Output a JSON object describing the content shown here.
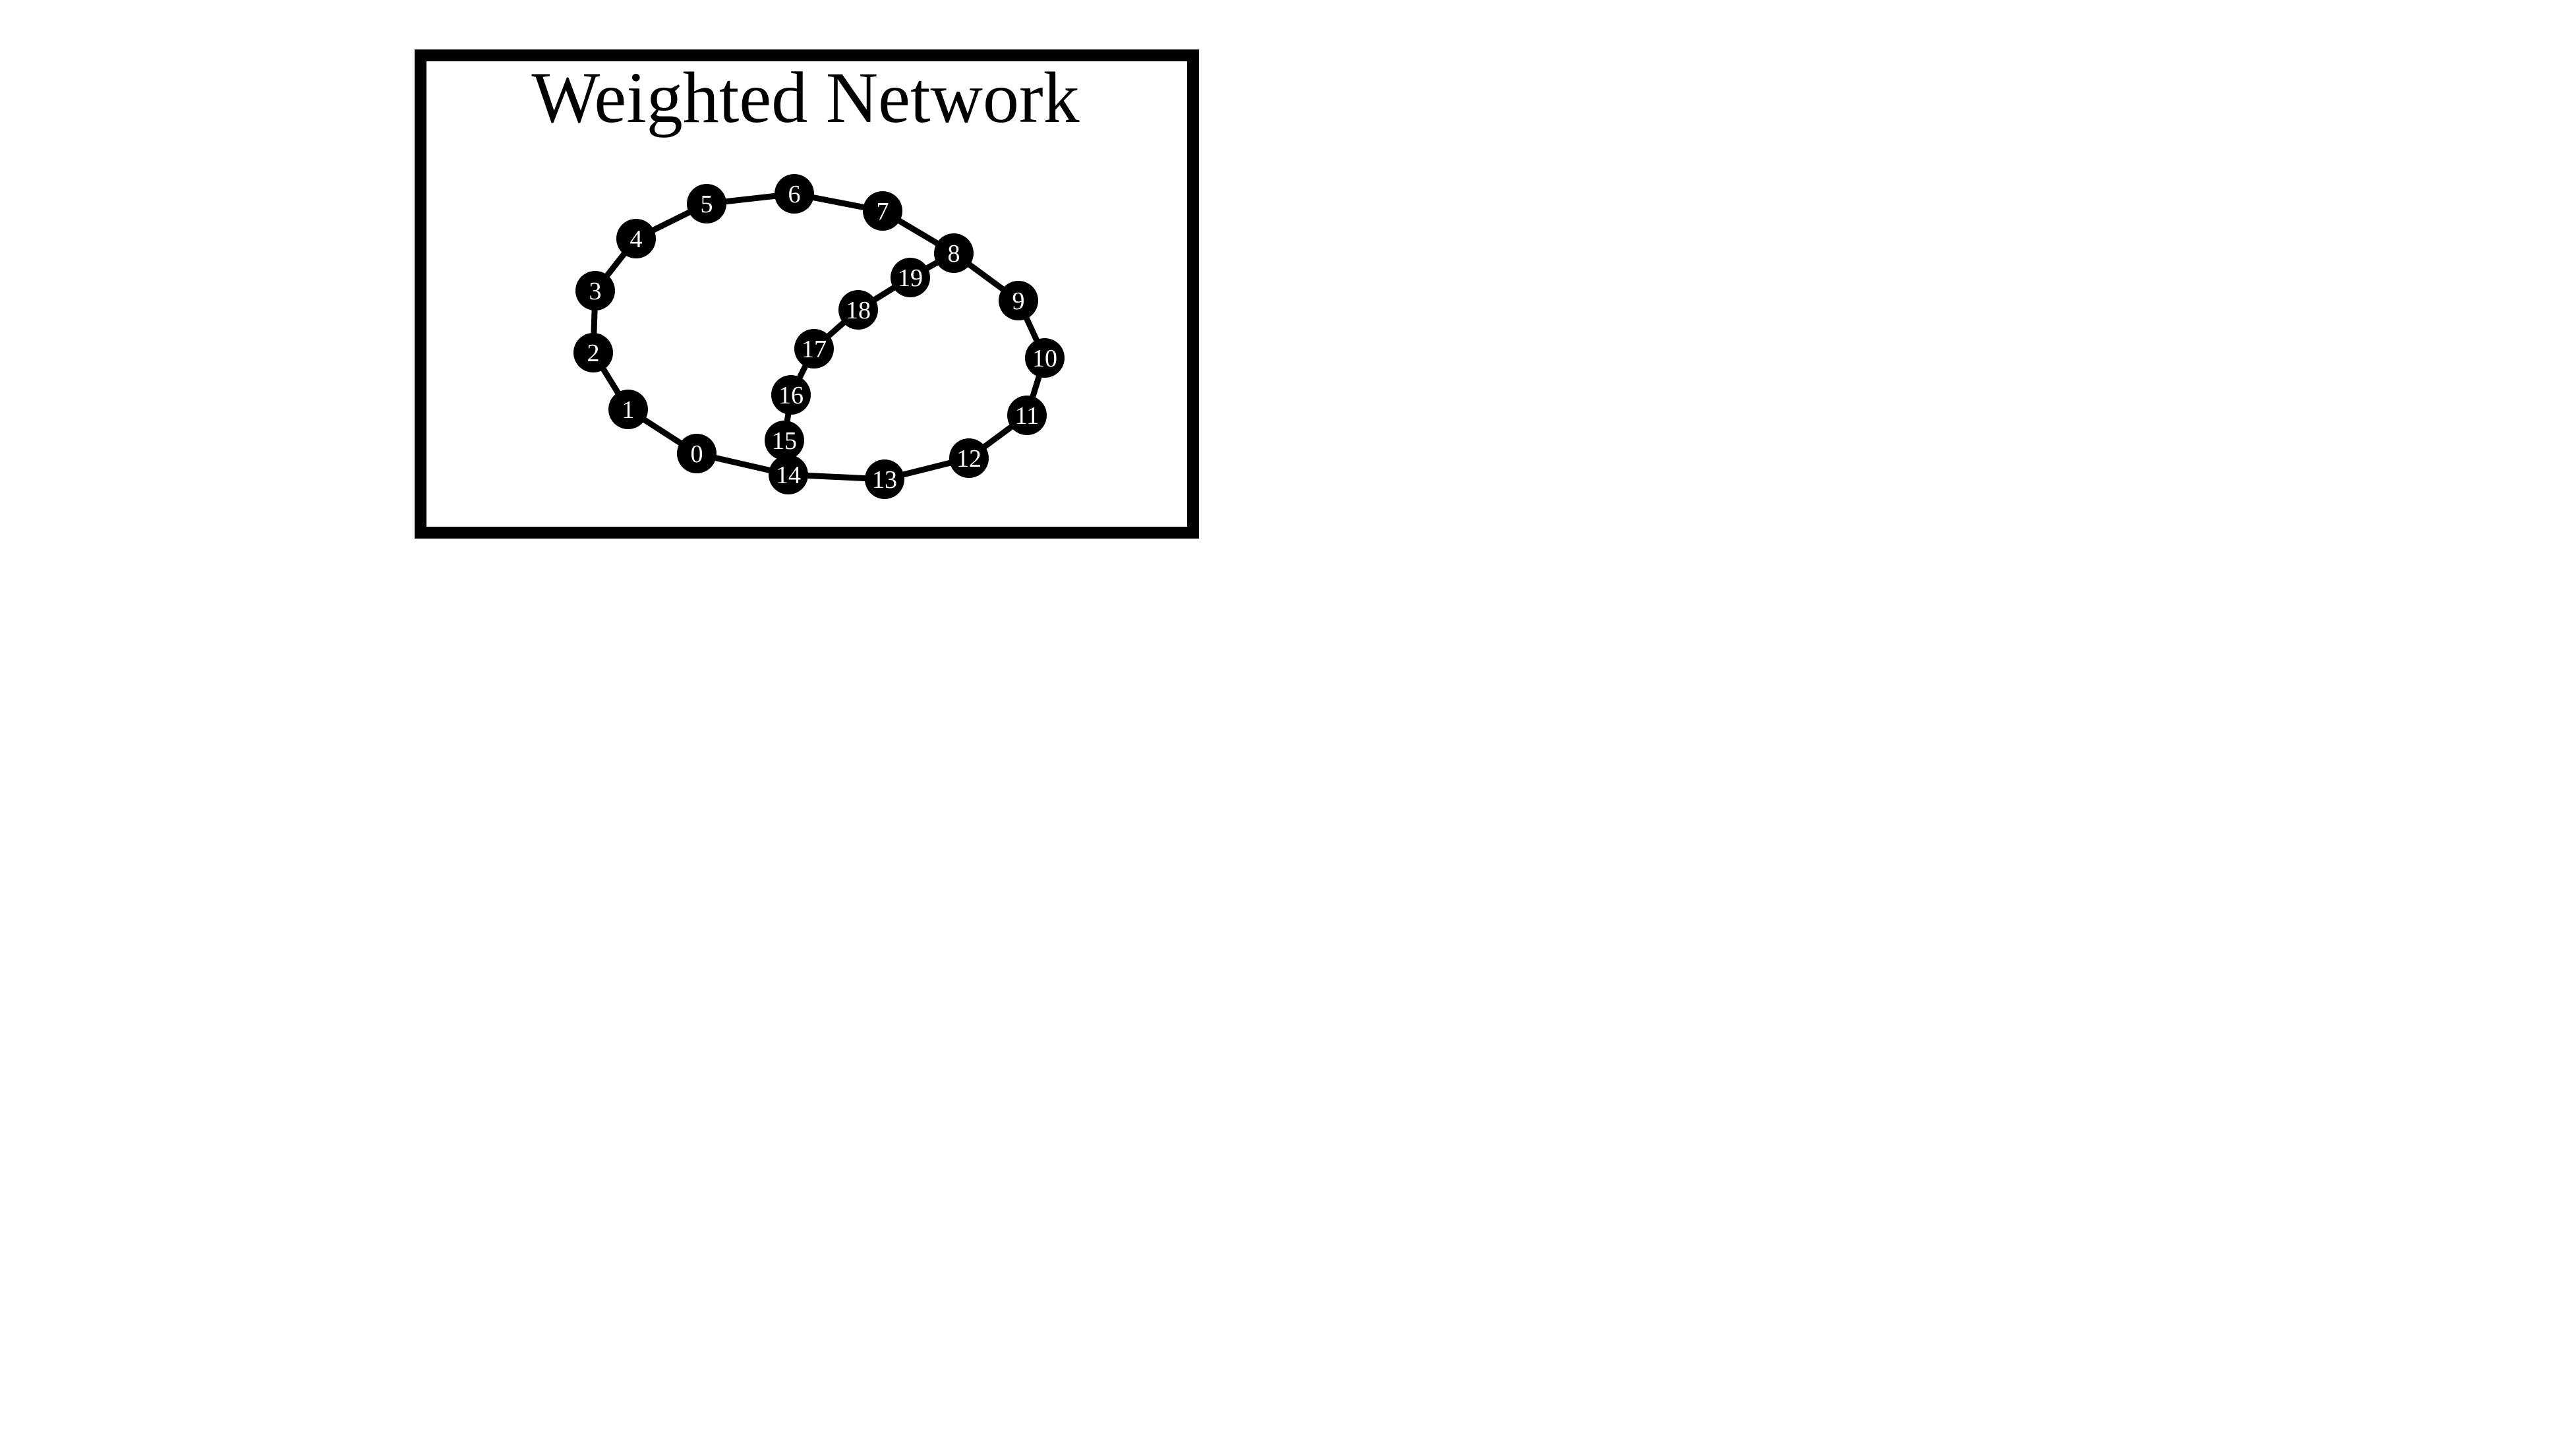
{
  "title": "Weighted Network",
  "colors": {
    "frame": "#000000",
    "edge": "#000000",
    "node_fill": "#000000",
    "node_label": "#ffffff",
    "background": "#ffffff"
  },
  "nodes": [
    {
      "id": 0,
      "label": "0"
    },
    {
      "id": 1,
      "label": "1"
    },
    {
      "id": 2,
      "label": "2"
    },
    {
      "id": 3,
      "label": "3"
    },
    {
      "id": 4,
      "label": "4"
    },
    {
      "id": 5,
      "label": "5"
    },
    {
      "id": 6,
      "label": "6"
    },
    {
      "id": 7,
      "label": "7"
    },
    {
      "id": 8,
      "label": "8"
    },
    {
      "id": 9,
      "label": "9"
    },
    {
      "id": 10,
      "label": "10"
    },
    {
      "id": 11,
      "label": "11"
    },
    {
      "id": 12,
      "label": "12"
    },
    {
      "id": 13,
      "label": "13"
    },
    {
      "id": 14,
      "label": "14"
    },
    {
      "id": 15,
      "label": "15"
    },
    {
      "id": 16,
      "label": "16"
    },
    {
      "id": 17,
      "label": "17"
    },
    {
      "id": 18,
      "label": "18"
    },
    {
      "id": 19,
      "label": "19"
    }
  ],
  "edges": [
    [
      0,
      1
    ],
    [
      1,
      2
    ],
    [
      2,
      3
    ],
    [
      3,
      4
    ],
    [
      4,
      5
    ],
    [
      5,
      6
    ],
    [
      6,
      7
    ],
    [
      7,
      8
    ],
    [
      8,
      9
    ],
    [
      9,
      10
    ],
    [
      10,
      11
    ],
    [
      11,
      12
    ],
    [
      12,
      13
    ],
    [
      13,
      14
    ],
    [
      14,
      0
    ],
    [
      14,
      15
    ],
    [
      15,
      16
    ],
    [
      16,
      17
    ],
    [
      17,
      18
    ],
    [
      18,
      19
    ],
    [
      19,
      8
    ]
  ]
}
